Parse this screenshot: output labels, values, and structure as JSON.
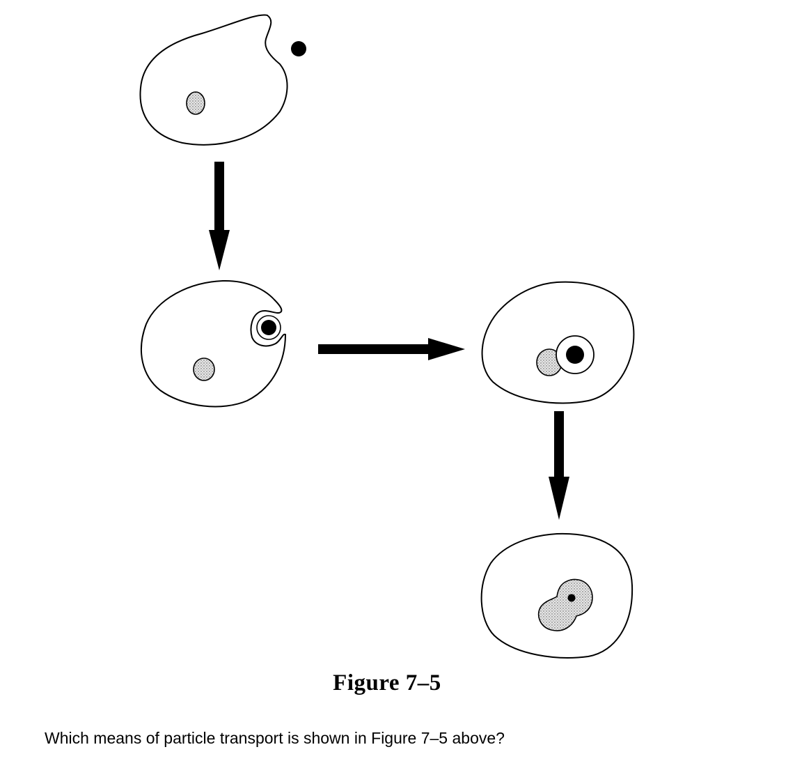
{
  "figure": {
    "caption": "Figure 7–5",
    "stages": [
      {
        "id": "stage-1",
        "name": "cell-approaching-particle"
      },
      {
        "id": "stage-2",
        "name": "cell-engulfing-particle"
      },
      {
        "id": "stage-3",
        "name": "vesicle-near-lysosome"
      },
      {
        "id": "stage-4",
        "name": "vesicle-fused-with-lysosome"
      }
    ],
    "arrows": [
      "down",
      "right",
      "down"
    ]
  },
  "question": {
    "text": "Which means of particle transport is shown in Figure 7–5 above?"
  },
  "colors": {
    "outline": "#000000",
    "particle": "#000000",
    "lysosome_fill": "#d8d8d8",
    "background": "#ffffff"
  }
}
